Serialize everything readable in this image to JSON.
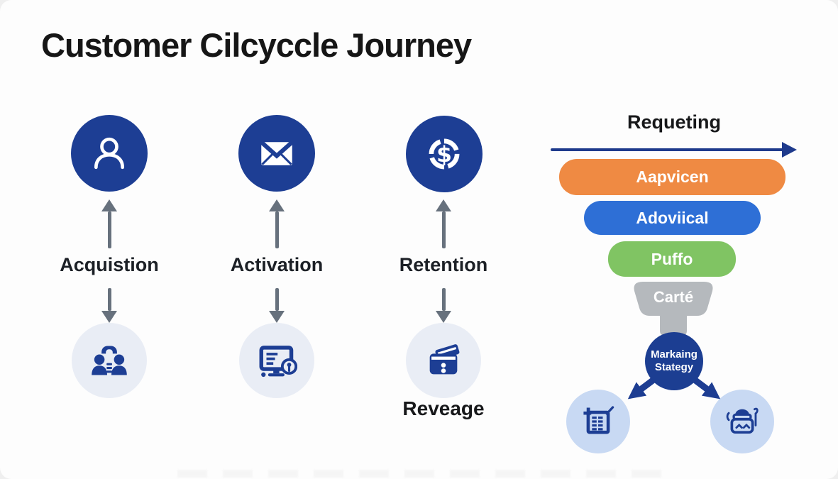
{
  "title": "Customer Cilcyccle Journey",
  "stages": [
    {
      "label": "Acquistion",
      "top_icon": "person-icon",
      "bottom_icon": "people-chat-icon"
    },
    {
      "label": "Activation",
      "top_icon": "envelope-icon",
      "bottom_icon": "monitor-wrench-icon"
    },
    {
      "label": "Retention",
      "top_icon": "dollar-circulation-icon",
      "bottom_icon": "wallet-icon",
      "bottom_label": "Reveage"
    }
  ],
  "funnel": {
    "title": "Requeting",
    "levels": [
      {
        "label": "Aapvicen",
        "color": "#ef8a43"
      },
      {
        "label": "Adoviical",
        "color": "#2e6fd6"
      },
      {
        "label": "Puffo",
        "color": "#80c463"
      },
      {
        "label": "Carté",
        "color": "#b5b9bd"
      }
    ],
    "hub": {
      "line1": "Markaing",
      "line2": "Stategy"
    },
    "outputs": [
      {
        "icon": "table-pencil-icon"
      },
      {
        "icon": "shopping-bag-icon"
      }
    ]
  },
  "colors": {
    "primary_navy": "#1d3e94",
    "hub_navy": "#1c3e92",
    "arrow_gray": "#67717d",
    "light_circle": "#e9edf5",
    "mini_circle_blue": "#c8d9f3",
    "funnel_arrow_blue": "#1e3a8c",
    "funnel_gray": "#b5b9bd"
  }
}
